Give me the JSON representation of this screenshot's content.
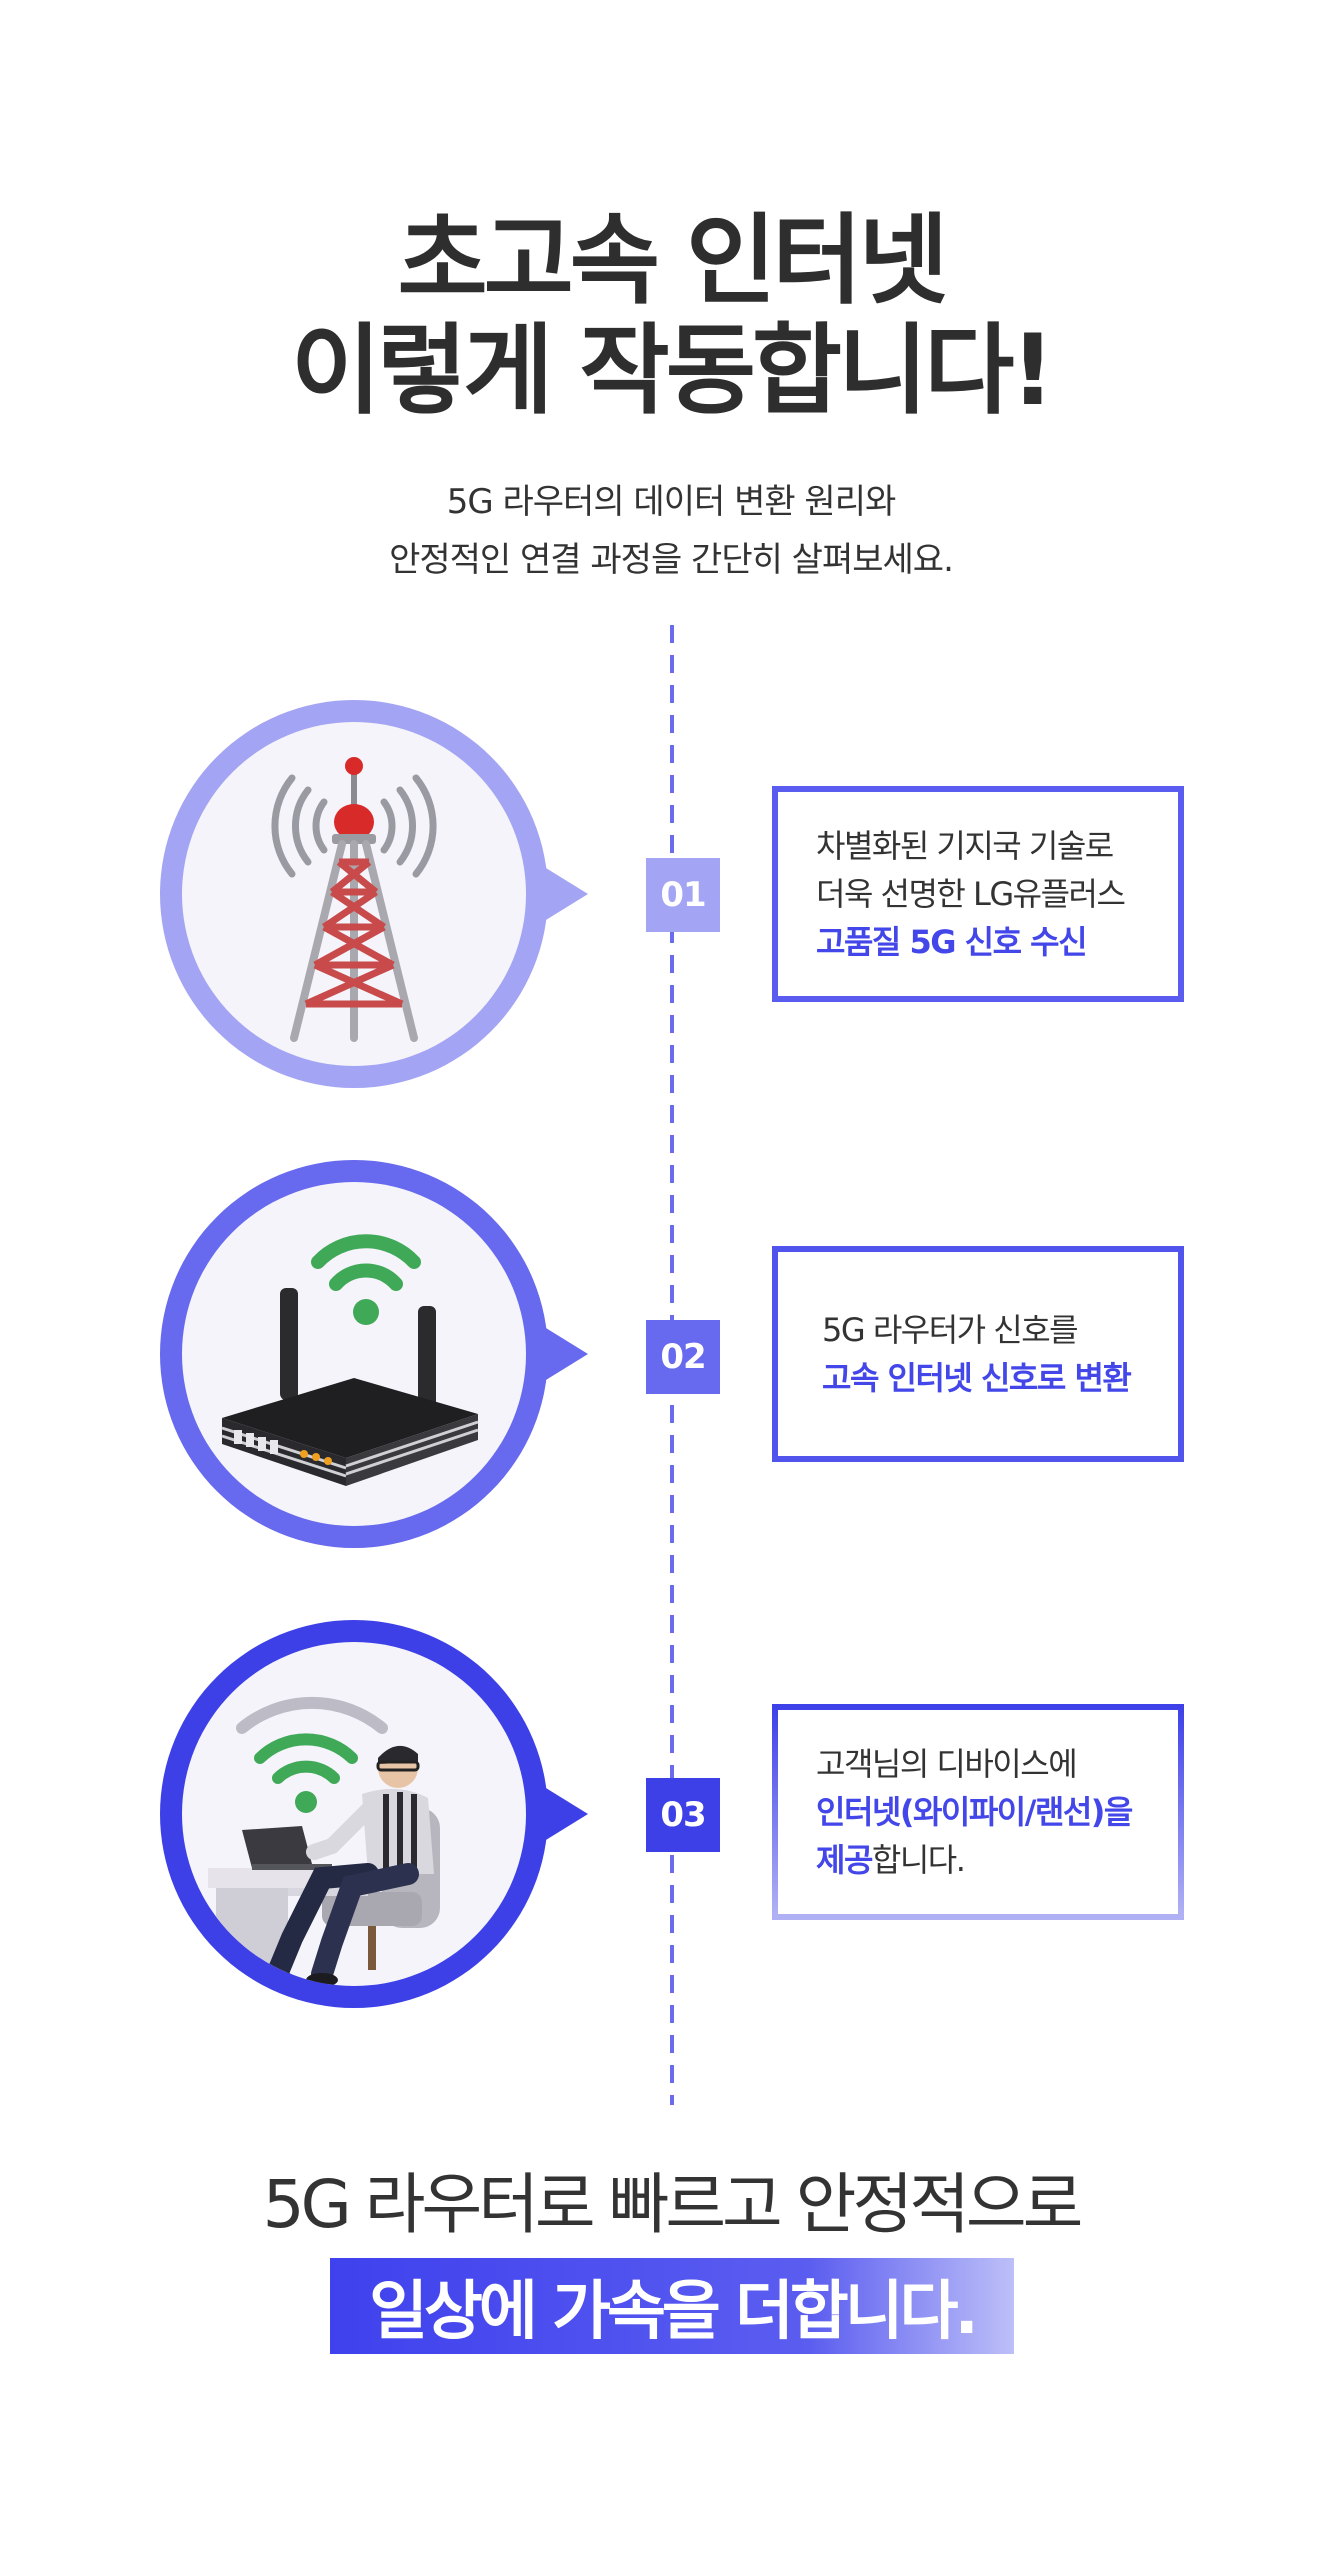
{
  "header": {
    "title_line1": "초고속 인터넷",
    "title_line2": "이렇게 작동합니다!",
    "subtitle_line1": "5G 라우터의 데이터 변환 원리와",
    "subtitle_line2": "안정적인 연결 과정을 간단히 살펴보세요."
  },
  "steps": [
    {
      "number": "01",
      "icon": "cell-tower-icon",
      "color": "#a3a4f3",
      "card_line1": "차별화된 기지국 기술로",
      "card_line2": "더욱 선명한 LG유플러스",
      "card_highlight": "고품질 5G 신호 수신"
    },
    {
      "number": "02",
      "icon": "wifi-router-icon",
      "color": "#6769ee",
      "card_line1": "5G 라우터가 신호를",
      "card_highlight": "고속 인터넷 신호로 변환"
    },
    {
      "number": "03",
      "icon": "person-laptop-icon",
      "color": "#3d40e6",
      "card_line1": "고객님의 디바이스에",
      "card_highlight_line2": "인터넷(와이파이/랜선)을",
      "card_highlight_line3": "제공",
      "card_tail_line3": "합니다."
    }
  ],
  "footer": {
    "line1": "5G 라우터로 빠르고 안정적으로",
    "line2": "일상에 가속을 더합니다."
  }
}
